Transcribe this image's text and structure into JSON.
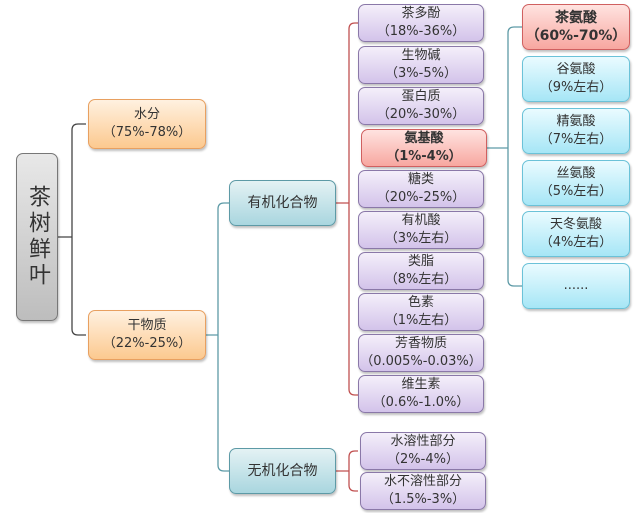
{
  "root": {
    "label": "茶树鲜叶"
  },
  "level1": [
    {
      "name": "水分",
      "value": "（75%-78%）"
    },
    {
      "name": "干物质",
      "value": "（22%-25%）"
    }
  ],
  "level2": [
    {
      "name": "有机化合物"
    },
    {
      "name": "无机化合物"
    }
  ],
  "organic": [
    {
      "name": "茶多酚",
      "value": "（18%-36%）"
    },
    {
      "name": "生物碱",
      "value": "（3%-5%）"
    },
    {
      "name": "蛋白质",
      "value": "（20%-30%）"
    },
    {
      "name": "氨基酸",
      "value": "（1%-4%）"
    },
    {
      "name": "糖类",
      "value": "（20%-25%）"
    },
    {
      "name": "有机酸",
      "value": "（3%左右）"
    },
    {
      "name": "类脂",
      "value": "（8%左右）"
    },
    {
      "name": "色素",
      "value": "（1%左右）"
    },
    {
      "name": "芳香物质",
      "value": "（0.005%-0.03%）"
    },
    {
      "name": "维生素",
      "value": "（0.6%-1.0%）"
    }
  ],
  "inorganic": [
    {
      "name": "水溶性部分",
      "value": "（2%-4%）"
    },
    {
      "name": "水不溶性部分",
      "value": "（1.5%-3%）"
    }
  ],
  "amino": [
    {
      "name": "茶氨酸",
      "value": "（60%-70%）"
    },
    {
      "name": "谷氨酸",
      "value": "（9%左右）"
    },
    {
      "name": "精氨酸",
      "value": "（7%左右）"
    },
    {
      "name": "丝氨酸",
      "value": "（5%左右）"
    },
    {
      "name": "天冬氨酸",
      "value": "（4%左右）"
    },
    {
      "name": "......"
    }
  ]
}
